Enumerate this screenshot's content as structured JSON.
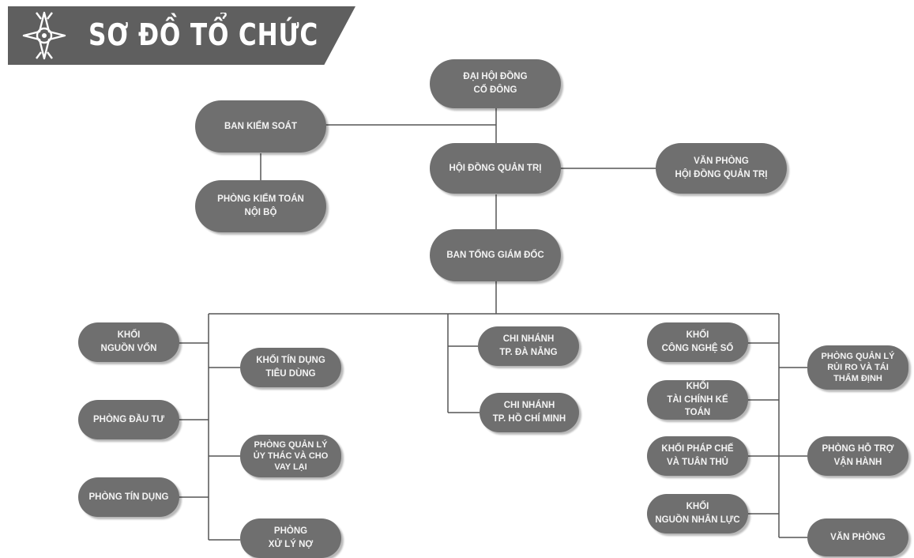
{
  "header": {
    "title": "SƠ ĐỒ TỔ CHỨC",
    "banner_color": "#5f5f5f",
    "icon": "compass-star-icon"
  },
  "colors": {
    "node": "#6f6f6f",
    "node_text": "#f4f4f4",
    "line": "#555555"
  },
  "nodes": {
    "dai_hoi_dong_co_dong": "ĐẠI HỘI ĐỒNG\nCỔ ĐÔNG",
    "ban_kiem_soat": "BAN KIỂM SOÁT",
    "phong_kiem_toan_noi_bo": "PHÒNG KIỂM TOÁN\nNỘI BỘ",
    "hoi_dong_quan_tri": "HỘI ĐỒNG QUẢN TRỊ",
    "van_phong_hdqt": "VĂN PHÒNG\nHỘI ĐỒNG QUẢN TRỊ",
    "ban_tong_giam_doc": "BAN TỔNG GIÁM ĐỐC",
    "khoi_nguon_von": "KHỐI\nNGUỒN VỐN",
    "phong_dau_tu": "PHÒNG ĐẦU TƯ",
    "phong_tin_dung": "PHÒNG TÍN DỤNG",
    "khoi_tin_dung_tieu_dung": "KHỐI TÍN DỤNG\nTIÊU DÙNG",
    "phong_quan_ly_uy_thac": "PHÒNG QUẢN LÝ\nỦY THÁC VÀ CHO\nVAY LẠI",
    "phong_xu_ly_no": "PHÒNG\nXỬ LÝ NỢ",
    "chi_nhanh_da_nang": "CHI NHÁNH\nTP. ĐÀ NẴNG",
    "chi_nhanh_hcm": "CHI NHÁNH\nTP. HỒ CHÍ MINH",
    "khoi_cong_nghe_so": "KHỐI\nCÔNG NGHỆ SỐ",
    "khoi_tai_chinh_ke_toan": "KHỐI\nTÀI CHÍNH KẾ TOÁN",
    "khoi_phap_che": "KHỐI PHÁP CHẾ\nVÀ TUÂN THỦ",
    "khoi_nguon_nhan_luc": "KHỐI\nNGUỒN NHÂN LỰC",
    "phong_quan_ly_rui_ro": "PHÒNG QUẢN LÝ\nRỦI RO VÀ TÁI\nTHẨM ĐỊNH",
    "phong_ho_tro_van_hanh": "PHÒNG HỖ TRỢ\nVẬN HÀNH",
    "van_phong": "VĂN PHÒNG"
  }
}
